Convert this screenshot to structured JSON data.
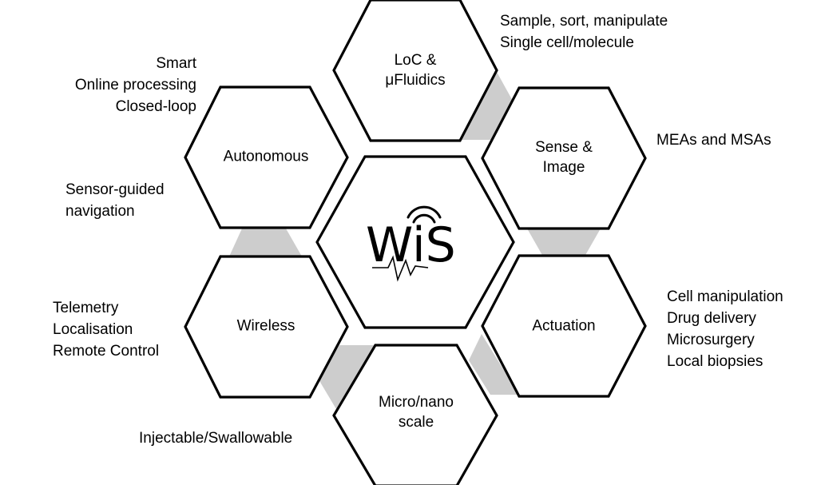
{
  "center": {
    "logo_text": "WiS"
  },
  "hexagons": [
    {
      "id": "loc",
      "lines": [
        "LoC &",
        "μFluidics"
      ]
    },
    {
      "id": "sense",
      "lines": [
        "Sense &",
        "Image"
      ]
    },
    {
      "id": "actuation",
      "lines": [
        "Actuation"
      ]
    },
    {
      "id": "micro",
      "lines": [
        "Micro/nano",
        "scale"
      ]
    },
    {
      "id": "wireless",
      "lines": [
        "Wireless"
      ]
    },
    {
      "id": "autonomous",
      "lines": [
        "Autonomous"
      ]
    }
  ],
  "annotations": {
    "loc": [
      "Sample, sort, manipulate",
      "Single cell/molecule"
    ],
    "sense": [
      "MEAs and MSAs"
    ],
    "actuation": [
      "Cell manipulation",
      "Drug delivery",
      "Microsurgery",
      "Local biopsies"
    ],
    "micro": [
      "Injectable/Swallowable"
    ],
    "wireless": [
      "Telemetry",
      "Localisation",
      "Remote Control"
    ],
    "autonomous_nav": [
      "Sensor-guided",
      "navigation"
    ],
    "autonomous": [
      "Smart",
      "Online processing",
      "Closed-loop"
    ]
  },
  "colors": {
    "stroke": "#000000",
    "connector": "#cdcdcd"
  }
}
